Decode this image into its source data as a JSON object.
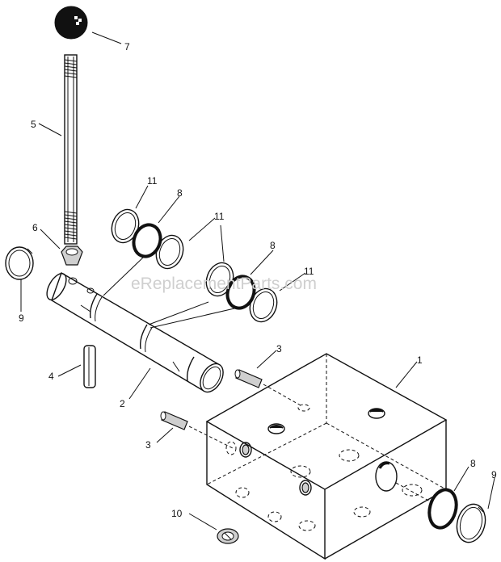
{
  "watermark": "eReplacementParts.com",
  "callouts": {
    "c1": "1",
    "c2": "2",
    "c3a": "3",
    "c3b": "3",
    "c4": "4",
    "c5": "5",
    "c6": "6",
    "c7": "7",
    "c8a": "8",
    "c8b": "8",
    "c8c": "8",
    "c9a": "9",
    "c9b": "9",
    "c10": "10",
    "c11a": "11",
    "c11b": "11",
    "c11c": "11"
  }
}
